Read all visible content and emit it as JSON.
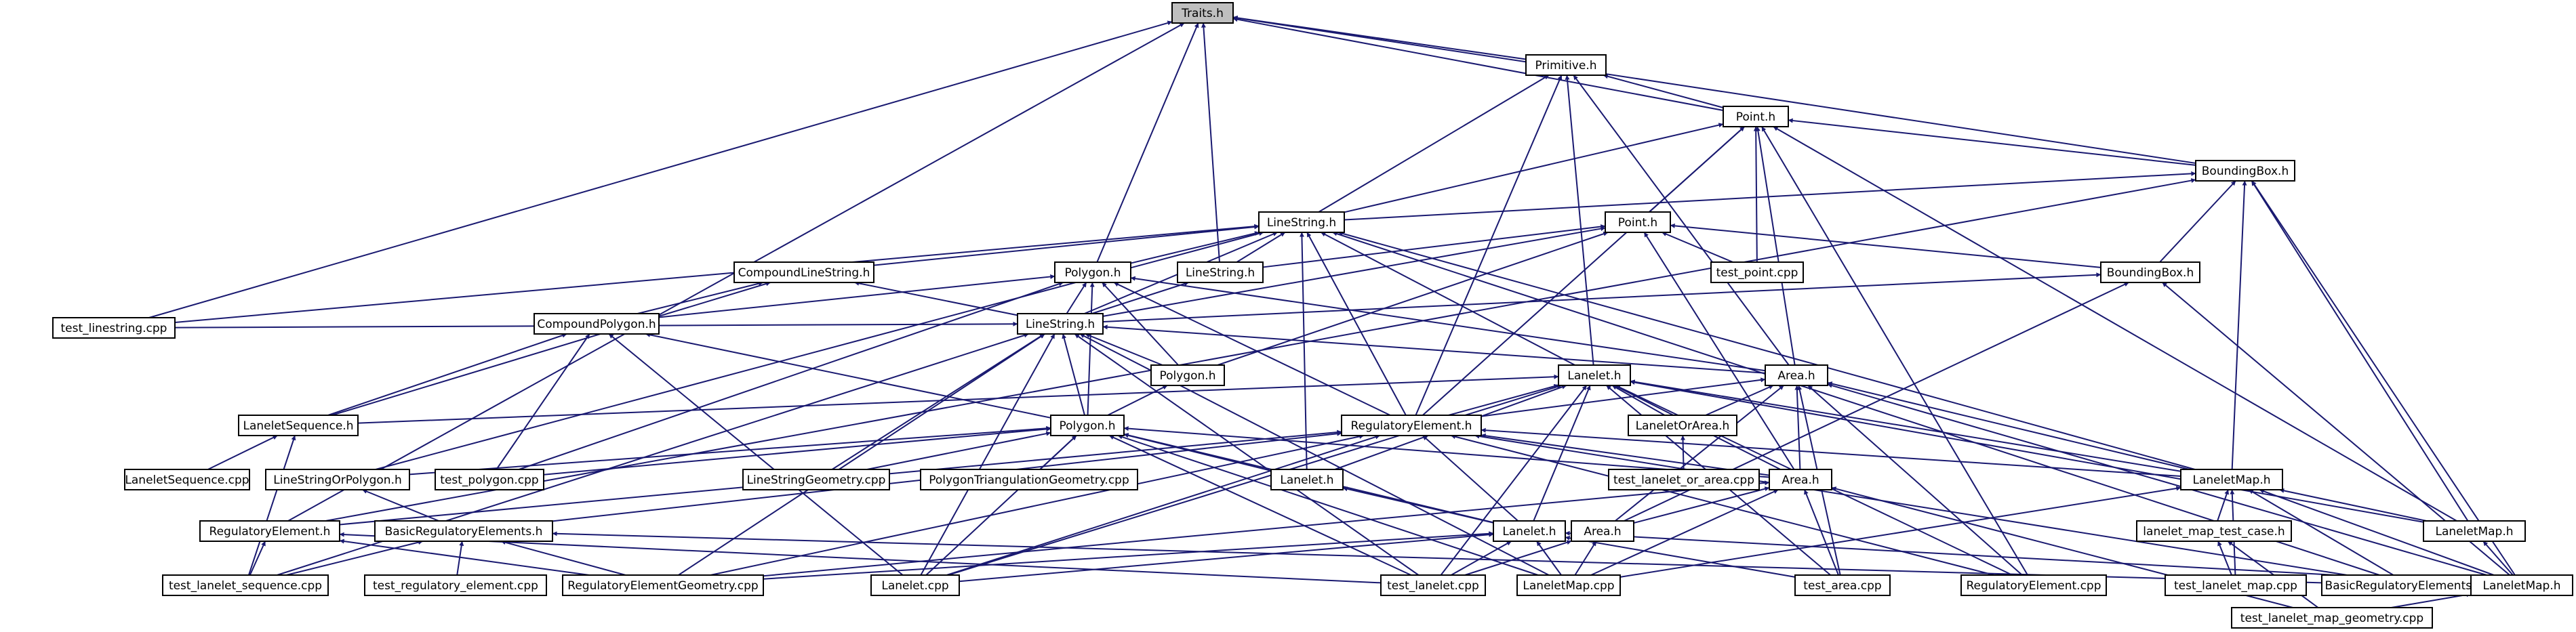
{
  "graph": {
    "edge_color": "#191970",
    "root_fill": "#bfbfbf",
    "nodes": [
      {
        "id": "traits_h",
        "label": "Traits.h",
        "root": true
      },
      {
        "id": "primitive_h",
        "label": "Primitive.h"
      },
      {
        "id": "point_h_1",
        "label": "Point.h"
      },
      {
        "id": "boundingbox_h_1",
        "label": "BoundingBox.h"
      },
      {
        "id": "linestring_h_1",
        "label": "LineString.h"
      },
      {
        "id": "point_h_2",
        "label": "Point.h"
      },
      {
        "id": "compoundlinestring_h",
        "label": "CompoundLineString.h"
      },
      {
        "id": "polygon_h_1",
        "label": "Polygon.h"
      },
      {
        "id": "linestring_h_2",
        "label": "LineString.h"
      },
      {
        "id": "test_point_cpp",
        "label": "test_point.cpp"
      },
      {
        "id": "boundingbox_h_2",
        "label": "BoundingBox.h"
      },
      {
        "id": "compoundpolygon_h",
        "label": "CompoundPolygon.h"
      },
      {
        "id": "linestring_h_3",
        "label": "LineString.h"
      },
      {
        "id": "test_linestring_cpp",
        "label": "test_linestring.cpp"
      },
      {
        "id": "polygon_h_2",
        "label": "Polygon.h"
      },
      {
        "id": "lanelet_h_1",
        "label": "Lanelet.h"
      },
      {
        "id": "area_h_1",
        "label": "Area.h"
      },
      {
        "id": "laneletsequence_h",
        "label": "LaneletSequence.h"
      },
      {
        "id": "polygon_h_3",
        "label": "Polygon.h"
      },
      {
        "id": "regulatoryelement_h_1",
        "label": "RegulatoryElement.h"
      },
      {
        "id": "laneletorarea_h",
        "label": "LaneletOrArea.h"
      },
      {
        "id": "laneletsequence_cpp",
        "label": "LaneletSequence.cpp"
      },
      {
        "id": "linestringorpolygon_h",
        "label": "LineStringOrPolygon.h"
      },
      {
        "id": "test_polygon_cpp",
        "label": "test_polygon.cpp"
      },
      {
        "id": "linestringgeometry_cpp",
        "label": "LineStringGeometry.cpp"
      },
      {
        "id": "polygontriangulationgeometry_cpp",
        "label": "PolygonTriangulationGeometry.cpp"
      },
      {
        "id": "lanelet_h_2",
        "label": "Lanelet.h"
      },
      {
        "id": "test_lanelet_or_area_cpp",
        "label": "test_lanelet_or_area.cpp"
      },
      {
        "id": "area_h_2",
        "label": "Area.h"
      },
      {
        "id": "laneletmap_h_1",
        "label": "LaneletMap.h"
      },
      {
        "id": "regulatoryelement_h_2",
        "label": "RegulatoryElement.h"
      },
      {
        "id": "basicregulatoryelements_h",
        "label": "BasicRegulatoryElements.h"
      },
      {
        "id": "lanelet_h_3",
        "label": "Lanelet.h"
      },
      {
        "id": "area_h_3",
        "label": "Area.h"
      },
      {
        "id": "lanelet_map_test_case_h",
        "label": "lanelet_map_test_case.h"
      },
      {
        "id": "laneletmap_h_2",
        "label": "LaneletMap.h"
      },
      {
        "id": "test_lanelet_sequence_cpp",
        "label": "test_lanelet_sequence.cpp"
      },
      {
        "id": "test_regulatory_element_cpp",
        "label": "test_regulatory_element.cpp"
      },
      {
        "id": "regulatoryelementgeometry_cpp",
        "label": "RegulatoryElementGeometry.cpp"
      },
      {
        "id": "lanelet_cpp",
        "label": "Lanelet.cpp"
      },
      {
        "id": "test_lanelet_cpp",
        "label": "test_lanelet.cpp"
      },
      {
        "id": "laneletmap_cpp",
        "label": "LaneletMap.cpp"
      },
      {
        "id": "test_area_cpp",
        "label": "test_area.cpp"
      },
      {
        "id": "regulatoryelement_cpp",
        "label": "RegulatoryElement.cpp"
      },
      {
        "id": "test_lanelet_map_cpp",
        "label": "test_lanelet_map.cpp"
      },
      {
        "id": "basicregulatoryelements_cpp",
        "label": "BasicRegulatoryElements.cpp"
      },
      {
        "id": "laneletmap_h_3",
        "label": "LaneletMap.h"
      },
      {
        "id": "test_lanelet_map_geometry_cpp",
        "label": "test_lanelet_map_geometry.cpp"
      }
    ],
    "edges": [
      [
        "primitive_h",
        "traits_h"
      ],
      [
        "point_h_1",
        "traits_h"
      ],
      [
        "boundingbox_h_1",
        "traits_h"
      ],
      [
        "linestring_h_2",
        "traits_h"
      ],
      [
        "polygon_h_1",
        "traits_h"
      ],
      [
        "test_linestring_cpp",
        "traits_h"
      ],
      [
        "regulatoryelement_h_2",
        "traits_h"
      ],
      [
        "point_h_1",
        "primitive_h"
      ],
      [
        "linestring_h_1",
        "primitive_h"
      ],
      [
        "lanelet_h_1",
        "primitive_h"
      ],
      [
        "regulatoryelement_h_1",
        "primitive_h"
      ],
      [
        "area_h_1",
        "primitive_h"
      ],
      [
        "boundingbox_h_1",
        "point_h_1"
      ],
      [
        "linestring_h_1",
        "point_h_1"
      ],
      [
        "point_h_2",
        "point_h_1"
      ],
      [
        "test_point_cpp",
        "point_h_1"
      ],
      [
        "area_h_1",
        "point_h_1"
      ],
      [
        "regulatoryelement_h_1",
        "point_h_1"
      ],
      [
        "regulatoryelement_cpp",
        "point_h_1"
      ],
      [
        "laneletmap_h_2",
        "point_h_1"
      ],
      [
        "linestring_h_1",
        "boundingbox_h_1"
      ],
      [
        "boundingbox_h_2",
        "boundingbox_h_1"
      ],
      [
        "laneletmap_h_1",
        "boundingbox_h_1"
      ],
      [
        "laneletmap_h_2",
        "boundingbox_h_1"
      ],
      [
        "laneletmap_h_3",
        "boundingbox_h_1"
      ],
      [
        "regulatoryelement_h_2",
        "boundingbox_h_1"
      ],
      [
        "compoundlinestring_h",
        "linestring_h_1"
      ],
      [
        "polygon_h_1",
        "linestring_h_1"
      ],
      [
        "linestring_h_2",
        "linestring_h_1"
      ],
      [
        "linestring_h_3",
        "linestring_h_1"
      ],
      [
        "lanelet_h_1",
        "linestring_h_1"
      ],
      [
        "regulatoryelement_h_1",
        "linestring_h_1"
      ],
      [
        "test_linestring_cpp",
        "linestring_h_1"
      ],
      [
        "lanelet_h_2",
        "linestring_h_1"
      ],
      [
        "linestringorpolygon_h",
        "linestring_h_1"
      ],
      [
        "basicregulatoryelements_cpp",
        "linestring_h_1"
      ],
      [
        "laneletmap_h_1",
        "linestring_h_1"
      ],
      [
        "linestring_h_2",
        "point_h_2"
      ],
      [
        "test_point_cpp",
        "point_h_2"
      ],
      [
        "boundingbox_h_2",
        "point_h_2"
      ],
      [
        "linestring_h_3",
        "point_h_2"
      ],
      [
        "polygon_h_2",
        "point_h_2"
      ],
      [
        "area_h_2",
        "point_h_2"
      ],
      [
        "compoundpolygon_h",
        "compoundlinestring_h"
      ],
      [
        "linestring_h_3",
        "compoundlinestring_h"
      ],
      [
        "laneletsequence_h",
        "compoundlinestring_h"
      ],
      [
        "compoundpolygon_h",
        "polygon_h_1"
      ],
      [
        "linestring_h_3",
        "polygon_h_1"
      ],
      [
        "polygon_h_2",
        "polygon_h_1"
      ],
      [
        "polygon_h_3",
        "polygon_h_1"
      ],
      [
        "regulatoryelement_h_1",
        "polygon_h_1"
      ],
      [
        "test_polygon_cpp",
        "polygon_h_1"
      ],
      [
        "area_h_1",
        "polygon_h_1"
      ],
      [
        "linestring_h_3",
        "linestring_h_2"
      ],
      [
        "linestring_h_3",
        "boundingbox_h_2"
      ],
      [
        "area_h_3",
        "boundingbox_h_2"
      ],
      [
        "laneletmap_h_3",
        "boundingbox_h_2"
      ],
      [
        "polygon_h_3",
        "compoundpolygon_h"
      ],
      [
        "laneletsequence_h",
        "compoundpolygon_h"
      ],
      [
        "lanelet_cpp",
        "compoundpolygon_h"
      ],
      [
        "test_polygon_cpp",
        "compoundpolygon_h"
      ],
      [
        "test_linestring_cpp",
        "linestring_h_3"
      ],
      [
        "polygon_h_2",
        "linestring_h_3"
      ],
      [
        "polygon_h_3",
        "linestring_h_3"
      ],
      [
        "area_h_1",
        "linestring_h_3"
      ],
      [
        "linestringgeometry_cpp",
        "linestring_h_3"
      ],
      [
        "lanelet_cpp",
        "linestring_h_3"
      ],
      [
        "regulatoryelementgeometry_cpp",
        "linestring_h_3"
      ],
      [
        "test_lanelet_sequence_cpp",
        "linestring_h_3"
      ],
      [
        "test_lanelet_cpp",
        "linestring_h_3"
      ],
      [
        "laneletmap_cpp",
        "linestring_h_3"
      ],
      [
        "polygon_h_3",
        "polygon_h_2"
      ],
      [
        "regulatoryelement_h_1",
        "lanelet_h_1"
      ],
      [
        "laneletorarea_h",
        "lanelet_h_1"
      ],
      [
        "lanelet_h_2",
        "lanelet_h_1"
      ],
      [
        "lanelet_h_3",
        "lanelet_h_1"
      ],
      [
        "laneletsequence_h",
        "lanelet_h_1"
      ],
      [
        "lanelet_cpp",
        "lanelet_h_1"
      ],
      [
        "test_lanelet_cpp",
        "lanelet_h_1"
      ],
      [
        "test_area_cpp",
        "lanelet_h_1"
      ],
      [
        "laneletmap_h_1",
        "lanelet_h_1"
      ],
      [
        "regulatoryelement_cpp",
        "lanelet_h_1"
      ],
      [
        "laneletmap_h_2",
        "lanelet_h_1"
      ],
      [
        "area_h_2",
        "lanelet_h_1"
      ],
      [
        "laneletorarea_h",
        "area_h_1"
      ],
      [
        "area_h_2",
        "area_h_1"
      ],
      [
        "area_h_3",
        "area_h_1"
      ],
      [
        "regulatoryelement_h_1",
        "area_h_1"
      ],
      [
        "test_area_cpp",
        "area_h_1"
      ],
      [
        "laneletmap_h_1",
        "area_h_1"
      ],
      [
        "laneletmap_h_3",
        "area_h_1"
      ],
      [
        "regulatoryelement_cpp",
        "area_h_1"
      ],
      [
        "laneletsequence_cpp",
        "laneletsequence_h"
      ],
      [
        "test_lanelet_sequence_cpp",
        "laneletsequence_h"
      ],
      [
        "linestringorpolygon_h",
        "polygon_h_3"
      ],
      [
        "test_polygon_cpp",
        "polygon_h_3"
      ],
      [
        "linestringgeometry_cpp",
        "polygon_h_3"
      ],
      [
        "polygontriangulationgeometry_cpp",
        "polygon_h_3"
      ],
      [
        "lanelet_h_2",
        "polygon_h_3"
      ],
      [
        "lanelet_h_3",
        "polygon_h_3"
      ],
      [
        "area_h_2",
        "polygon_h_3"
      ],
      [
        "lanelet_cpp",
        "polygon_h_3"
      ],
      [
        "test_lanelet_cpp",
        "polygon_h_3"
      ],
      [
        "laneletmap_cpp",
        "polygon_h_3"
      ],
      [
        "regulatoryelement_h_2",
        "regulatoryelement_h_1"
      ],
      [
        "basicregulatoryelements_h",
        "regulatoryelement_h_1"
      ],
      [
        "lanelet_h_3",
        "regulatoryelement_h_1"
      ],
      [
        "area_h_2",
        "regulatoryelement_h_1"
      ],
      [
        "laneletmap_h_1",
        "regulatoryelement_h_1"
      ],
      [
        "regulatoryelementgeometry_cpp",
        "regulatoryelement_h_1"
      ],
      [
        "lanelet_cpp",
        "regulatoryelement_h_1"
      ],
      [
        "regulatoryelement_cpp",
        "regulatoryelement_h_1"
      ],
      [
        "basicregulatoryelements_cpp",
        "regulatoryelement_h_1"
      ],
      [
        "test_lanelet_or_area_cpp",
        "laneletorarea_h"
      ],
      [
        "basicregulatoryelements_h",
        "linestringorpolygon_h"
      ],
      [
        "lanelet_h_3",
        "lanelet_h_2"
      ],
      [
        "area_h_3",
        "area_h_2"
      ],
      [
        "test_area_cpp",
        "area_h_2"
      ],
      [
        "laneletmap_cpp",
        "area_h_2"
      ],
      [
        "test_lanelet_map_geometry_cpp",
        "area_h_2"
      ],
      [
        "regulatoryelementgeometry_cpp",
        "area_h_2"
      ],
      [
        "lanelet_map_test_case_h",
        "laneletmap_h_1"
      ],
      [
        "laneletmap_h_2",
        "laneletmap_h_1"
      ],
      [
        "laneletmap_h_3",
        "laneletmap_h_1"
      ],
      [
        "laneletmap_cpp",
        "laneletmap_h_1"
      ],
      [
        "test_lanelet_map_cpp",
        "laneletmap_h_1"
      ],
      [
        "basicregulatoryelements_cpp",
        "laneletmap_h_1"
      ],
      [
        "test_lanelet_sequence_cpp",
        "regulatoryelement_h_2"
      ],
      [
        "regulatoryelementgeometry_cpp",
        "regulatoryelement_h_2"
      ],
      [
        "test_lanelet_cpp",
        "regulatoryelement_h_2"
      ],
      [
        "test_regulatory_element_cpp",
        "basicregulatoryelements_h"
      ],
      [
        "regulatoryelementgeometry_cpp",
        "basicregulatoryelements_h"
      ],
      [
        "test_lanelet_sequence_cpp",
        "basicregulatoryelements_h"
      ],
      [
        "basicregulatoryelements_cpp",
        "basicregulatoryelements_h"
      ],
      [
        "test_lanelet_cpp",
        "lanelet_h_3"
      ],
      [
        "laneletmap_cpp",
        "lanelet_h_3"
      ],
      [
        "test_area_cpp",
        "lanelet_h_3"
      ],
      [
        "lanelet_cpp",
        "lanelet_h_3"
      ],
      [
        "regulatoryelementgeometry_cpp",
        "lanelet_h_3"
      ],
      [
        "laneletmap_h_3",
        "lanelet_h_3"
      ],
      [
        "test_lanelet_cpp",
        "area_h_3"
      ],
      [
        "laneletmap_cpp",
        "area_h_3"
      ],
      [
        "test_lanelet_map_cpp",
        "lanelet_map_test_case_h"
      ],
      [
        "test_lanelet_map_geometry_cpp",
        "lanelet_map_test_case_h"
      ],
      [
        "laneletmap_h_3",
        "laneletmap_h_2"
      ],
      [
        "test_lanelet_map_geometry_cpp",
        "laneletmap_h_3"
      ]
    ]
  }
}
